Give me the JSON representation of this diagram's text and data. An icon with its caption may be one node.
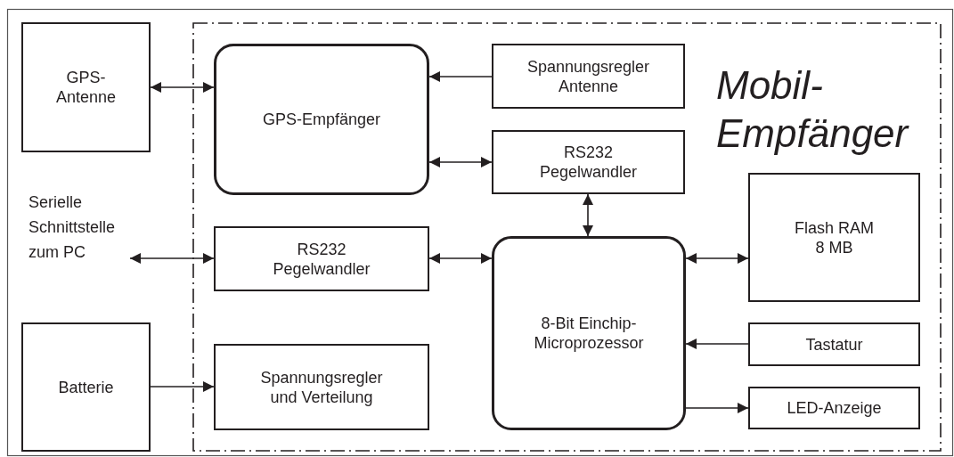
{
  "diagram": {
    "nodes": [
      {
        "text": [
          "GPS- Antenne"
        ]
      },
      {
        "text": [
          "Mobil- Empfänger"
        ]
      },
      {
        "text": [
          "GPS-Empfänger"
        ],
        "in": 1
      },
      {
        "text": [
          "Spannungsregler Antenne"
        ],
        "in": 1
      },
      {
        "text": [
          "RS232 Pegelwandler"
        ],
        "in": 1
      },
      {
        "text": [
          "Serielle Schnittstelle zum PC"
        ]
      },
      {
        "text": [
          "RS232 Pegelwandler"
        ],
        "in": 1
      },
      {
        "text": [
          "Flash RAM 8 MB"
        ],
        "in": 1
      },
      {
        "text": [
          "8-Bit Einchip- Microprozessor"
        ],
        "in": 1
      },
      {
        "text": [
          "Tastatur"
        ],
        "in": 1
      },
      {
        "text": [
          "Batterie"
        ]
      },
      {
        "text": [
          "Spannungsregler und Verteilung"
        ],
        "in": 1
      },
      {
        "text": [
          "LED-Anzeige"
        ],
        "in": 1
      }
    ],
    "edges": [
      {
        "from": 0,
        "to": 2,
        "arrow": "both"
      },
      {
        "from": 3,
        "to": 2,
        "arrow": "to"
      },
      {
        "from": 2,
        "to": 4,
        "arrow": "both"
      },
      {
        "from": 4,
        "to": 8,
        "arrow": "both"
      },
      {
        "from": 5,
        "to": 6,
        "arrow": "both"
      },
      {
        "from": 6,
        "to": 8,
        "arrow": "both"
      },
      {
        "from": 8,
        "to": 7,
        "arrow": "both"
      },
      {
        "from": 9,
        "to": 8,
        "arrow": "to"
      },
      {
        "from": 10,
        "to": 11,
        "arrow": "to"
      },
      {
        "from": 8,
        "to": 12,
        "arrow": "to"
      }
    ]
  }
}
